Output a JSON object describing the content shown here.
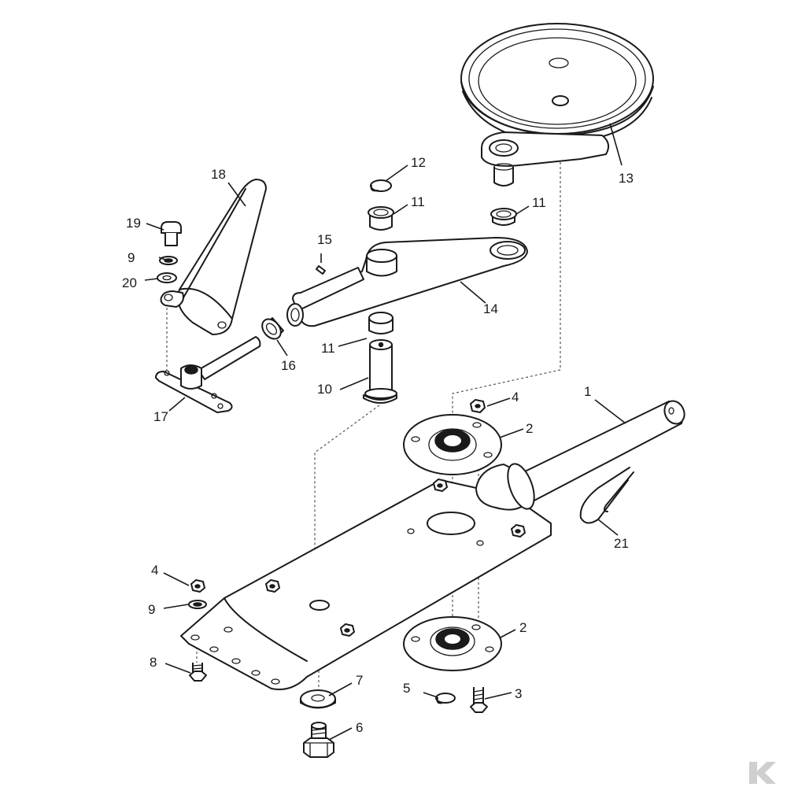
{
  "labels": {
    "p1": "1",
    "p2a": "2",
    "p2b": "2",
    "p3": "3",
    "p4a": "4",
    "p4b": "4",
    "p5": "5",
    "p6": "6",
    "p7": "7",
    "p8": "8",
    "p9a": "9",
    "p9b": "9",
    "p10": "10",
    "p11a": "11",
    "p11b": "11",
    "p11c": "11",
    "p12": "12",
    "p13": "13",
    "p14": "14",
    "p15": "15",
    "p16": "16",
    "p17": "17",
    "p18": "18",
    "p19": "19",
    "p20": "20",
    "p21": "21"
  },
  "colors": {
    "ink": "#1a1a1a",
    "background": "#ffffff"
  }
}
